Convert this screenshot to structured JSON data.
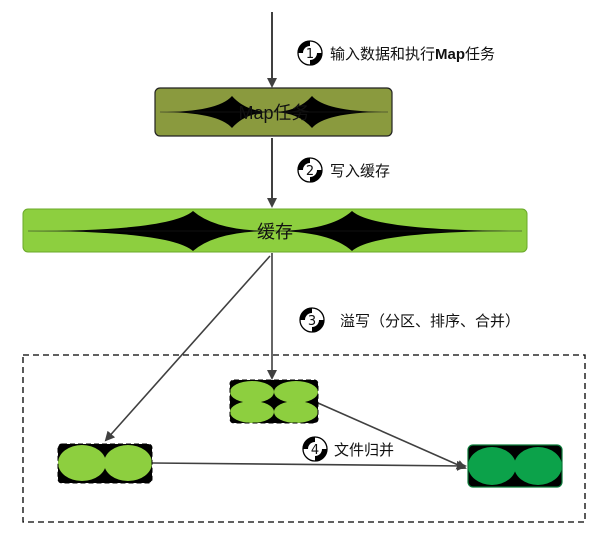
{
  "boxes": {
    "map_task": {
      "label": "Map任务",
      "color": "#8a9a3e"
    },
    "buffer": {
      "label": "缓存",
      "color": "#8dcf3f"
    },
    "spill_file_1": {
      "label": "",
      "color": "#8dcf3f"
    },
    "spill_file_2": {
      "label": "",
      "color": "#8dcf3f"
    },
    "merged_file": {
      "label": "",
      "color": "#0ca24a"
    }
  },
  "steps": [
    {
      "num": "1",
      "label": "输入数据和执行",
      "bold": "Map",
      "suffix": "任务"
    },
    {
      "num": "2",
      "label": "写入缓存"
    },
    {
      "num": "3",
      "label": "溢写（分区、排序、合并）"
    },
    {
      "num": "4",
      "label": "文件归并"
    }
  ],
  "colors": {
    "arrow": "#404040",
    "dashed_border": "#000000",
    "pattern": "#000000"
  }
}
